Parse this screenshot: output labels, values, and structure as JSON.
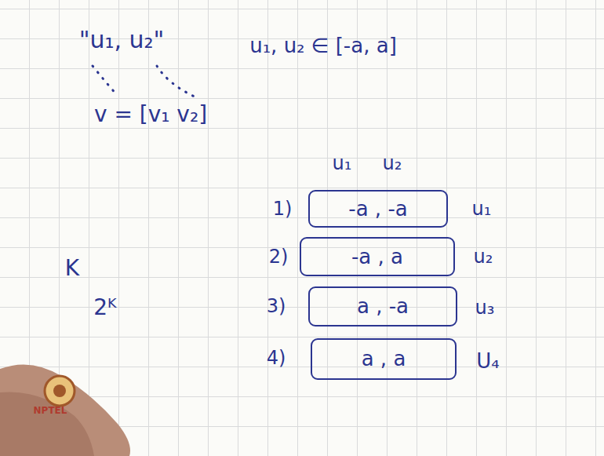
{
  "diagram": {
    "nodes": [
      {
        "text": [
          "-a , -a"
        ]
      },
      {
        "text": [
          "-a , a"
        ]
      },
      {
        "text": [
          "a , -a"
        ]
      },
      {
        "text": [
          "a , a"
        ]
      }
    ],
    "labels": [
      "\"u₁, u₂\"",
      "u₁, u₂ ∈ [-a, a]",
      "v = [v₁ v₂]",
      "u₁",
      "u₂",
      "1)",
      "u₁",
      "2)",
      "u₂",
      "3)",
      "u₃",
      "4)",
      "U₄",
      "K",
      "2ᴷ",
      "NPTEL"
    ]
  }
}
